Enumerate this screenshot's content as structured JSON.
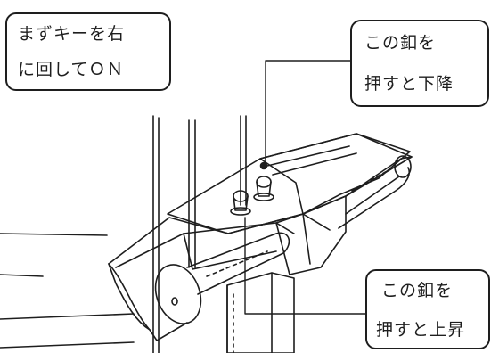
{
  "callouts": {
    "key_turn": {
      "line1": "まずキーを右",
      "line2": "に回してＯＮ"
    },
    "lower_button": {
      "line1": "この釦を",
      "line2": "押すと下降"
    },
    "raise_button": {
      "line1": "この釦を",
      "line2": "押すと上昇"
    }
  },
  "colors": {
    "ink": "#1e1e1e",
    "background": "#ffffff"
  }
}
